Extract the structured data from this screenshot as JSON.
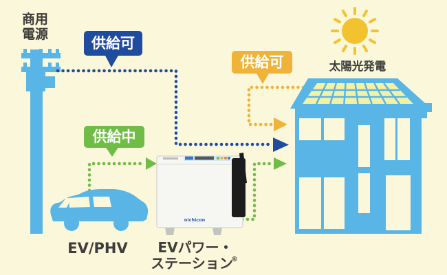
{
  "colors": {
    "background": "#FAF7DA",
    "light_blue": "#58B5E6",
    "dark_blue": "#1F4C9E",
    "green": "#6FBC47",
    "orange": "#F0B238",
    "sun_yellow": "#F3C32F",
    "panel_yellow": "#F5F1A4",
    "text_dark": "#3E3D3B",
    "station_body": "#F6F6F3",
    "station_border": "#D8D8D2",
    "station_black": "#1C1C1C",
    "nichicon_blue": "#2B5BA8",
    "foot_gray": "#C4C4BE",
    "white": "#FFFFFF"
  },
  "labels": {
    "power_source_line1": "商用",
    "power_source_line2": "電源",
    "grid_supply_badge": "供給可",
    "solar_supply_badge": "供給可",
    "ev_supply_badge": "供給中",
    "solar_title": "太陽光発電",
    "car_title": "EV/PHV",
    "station_title_line1": "EVパワー・",
    "station_title_line2": "ステーション",
    "station_title_reg": "®",
    "station_brand": "nichicon"
  }
}
